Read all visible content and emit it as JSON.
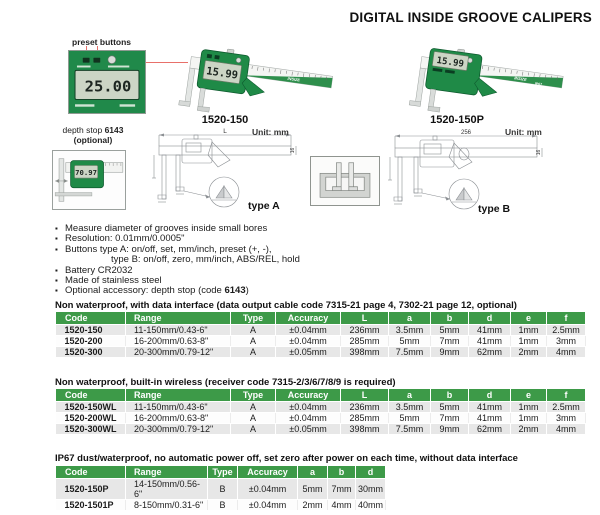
{
  "page": {
    "title": "DIGITAL INSIDE GROOVE CALIPERS"
  },
  "colors": {
    "brand_green": "#3d9a48",
    "caliper_green": "#1f8a47",
    "row_alt": "#e7e7e7",
    "accent_red": "#e8706a"
  },
  "header": {
    "preset_label": "preset buttons",
    "inset_display_value": "25.00",
    "products": [
      {
        "code": "1520-150",
        "display_value": "15.99",
        "brand": "INSIZE"
      },
      {
        "code": "1520-150P",
        "display_value": "15.99",
        "brand": "INSIZE",
        "badge": "IP67"
      }
    ]
  },
  "accessory": {
    "label_line1": "depth stop ",
    "label_code": "6143",
    "label_line2": "(optional)",
    "display_value": "70.97"
  },
  "drawings": {
    "unit_label": "Unit: mm",
    "type_a": {
      "label": "type A",
      "top_dim": "L",
      "right_dim": "16"
    },
    "type_b": {
      "label": "type B",
      "top_dim": "256",
      "right_dim": "16"
    }
  },
  "features": [
    {
      "segments": [
        {
          "t": "Measure diameter of grooves inside small bores",
          "b": false
        }
      ]
    },
    {
      "segments": [
        {
          "t": "Resolution: 0.01mm/0.0005\"",
          "b": false
        }
      ]
    },
    {
      "segments": [
        {
          "t": "Buttons type A: on/off, set, mm/inch, preset (+, -),",
          "b": false
        }
      ],
      "cont": "type B: on/off, zero, mm/inch, ABS/REL, hold"
    },
    {
      "segments": [
        {
          "t": "Battery CR2032",
          "b": false
        }
      ]
    },
    {
      "segments": [
        {
          "t": "Made of stainless steel",
          "b": false
        }
      ]
    },
    {
      "segments": [
        {
          "t": "Optional accessory: depth stop (code ",
          "b": false
        },
        {
          "t": "6143",
          "b": true
        },
        {
          "t": ")",
          "b": false
        }
      ]
    }
  ],
  "tables": [
    {
      "heading": "Non waterproof, with data interface (data output cable code 7315-21 page 4, 7302-21 page 12, optional)",
      "columns": [
        "Code",
        "Range",
        "Type",
        "Accuracy",
        "L",
        "a",
        "b",
        "d",
        "e",
        "f"
      ],
      "rows": [
        [
          "1520-150",
          "11-150mm/0.43-6\"",
          "A",
          "±0.04mm",
          "236mm",
          "3.5mm",
          "5mm",
          "41mm",
          "1mm",
          "2.5mm"
        ],
        [
          "1520-200",
          "16-200mm/0.63-8\"",
          "A",
          "±0.04mm",
          "285mm",
          "5mm",
          "7mm",
          "41mm",
          "1mm",
          "3mm"
        ],
        [
          "1520-300",
          "20-300mm/0.79-12\"",
          "A",
          "±0.05mm",
          "398mm",
          "7.5mm",
          "9mm",
          "62mm",
          "2mm",
          "4mm"
        ]
      ]
    },
    {
      "heading": "Non waterproof, built-in wireless (receiver code 7315-2/3/6/7/8/9 is required)",
      "columns": [
        "Code",
        "Range",
        "Type",
        "Accuracy",
        "L",
        "a",
        "b",
        "d",
        "e",
        "f"
      ],
      "rows": [
        [
          "1520-150WL",
          "11-150mm/0.43-6\"",
          "A",
          "±0.04mm",
          "236mm",
          "3.5mm",
          "5mm",
          "41mm",
          "1mm",
          "2.5mm"
        ],
        [
          "1520-200WL",
          "16-200mm/0.63-8\"",
          "A",
          "±0.04mm",
          "285mm",
          "5mm",
          "7mm",
          "41mm",
          "1mm",
          "3mm"
        ],
        [
          "1520-300WL",
          "20-300mm/0.79-12\"",
          "A",
          "±0.05mm",
          "398mm",
          "7.5mm",
          "9mm",
          "62mm",
          "2mm",
          "4mm"
        ]
      ]
    },
    {
      "heading": "IP67 dust/waterproof, no automatic power off, set zero after power on each time, without data interface",
      "columns": [
        "Code",
        "Range",
        "Type",
        "Accuracy",
        "a",
        "b",
        "d"
      ],
      "rows": [
        [
          "1520-150P",
          "14-150mm/0.56-6\"",
          "B",
          "±0.04mm",
          "5mm",
          "7mm",
          "30mm"
        ],
        [
          "1520-1501P",
          "8-150mm/0.31-6\"",
          "B",
          "±0.04mm",
          "2mm",
          "4mm",
          "40mm"
        ]
      ]
    }
  ]
}
